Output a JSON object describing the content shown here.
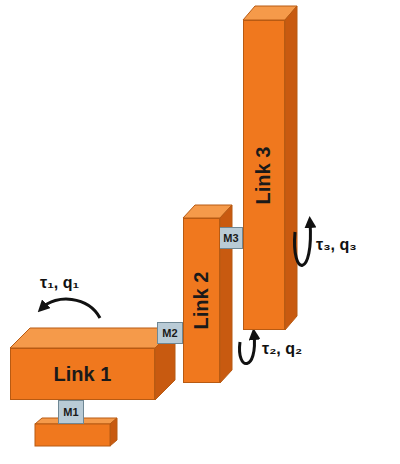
{
  "diagram": {
    "nodes": [
      {
        "text": [
          "Link 3"
        ]
      },
      {
        "text": [
          "M3"
        ]
      },
      {
        "text": [
          "Link 2"
        ]
      },
      {
        "text": [
          "M2"
        ]
      },
      {
        "text": [
          "Link 1"
        ]
      },
      {
        "text": [
          "M1"
        ]
      }
    ],
    "labels": [
      "τ₁, q₁",
      "τ₂, q₂",
      "τ₃, q₃"
    ]
  }
}
